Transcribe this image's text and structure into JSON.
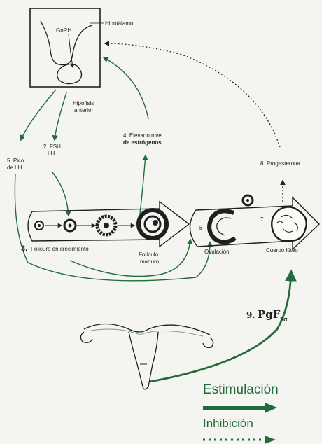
{
  "labels": {
    "hipotalamo": "Hipotálamo",
    "gnrh": "GnRH",
    "hipofisis_1": "Hipofisis",
    "hipofisis_2": "anterior",
    "fsh_1": "2. FSH",
    "fsh_2": "LH",
    "pico_1": "5. Pico",
    "pico_2": "de LH",
    "estrogenos_1": "4. Elevado nivel",
    "estrogenos_2": "de estrógenos",
    "progesterona": "8. Progesterona",
    "folicuro_num": "3.",
    "folicuro": "Folicuro en crecimiento",
    "foliculo_maduro_1": "Folículo",
    "foliculo_maduro_2": "maduro",
    "ovulacion_num": "6",
    "ovulacion": "Ovulación",
    "step7": "7",
    "cuerpo_luteo": "Cuerpo lúteo",
    "pgf_num": "9.",
    "pgf": "PgF",
    "pgf_sub": "2α"
  },
  "legend": {
    "stimulation": "Estimulación",
    "inhibition": "Inhibición"
  },
  "colors": {
    "arrow_green": "#226b3a",
    "ink": "#1f1f1f",
    "background": "#f4f4f0"
  }
}
